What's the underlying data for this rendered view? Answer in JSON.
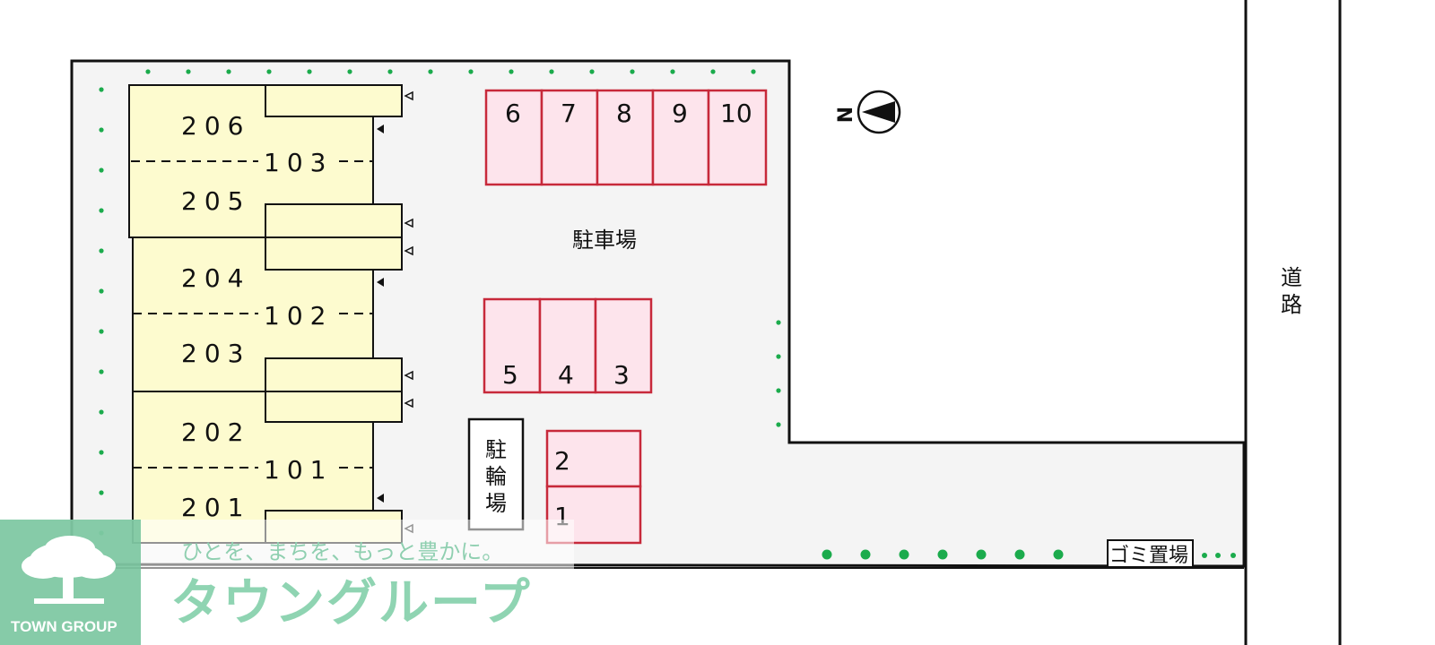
{
  "units": {
    "u206": "206",
    "u205": "205",
    "u204": "204",
    "u203": "203",
    "u202": "202",
    "u201": "201",
    "u103": "103",
    "u102": "102",
    "u101": "101"
  },
  "parking": {
    "label": "駐車場",
    "spaces": [
      "1",
      "2",
      "3",
      "4",
      "5",
      "6",
      "7",
      "8",
      "9",
      "10"
    ]
  },
  "bicycle_parking": {
    "line1": "駐",
    "line2": "輪",
    "line3": "場"
  },
  "garbage": {
    "label": "ゴミ置場"
  },
  "road": {
    "line1": "道",
    "line2": "路"
  },
  "compass": {
    "letter": "N"
  },
  "branding": {
    "slogan": "ひとを、まちを、もっと豊かに。",
    "brand_name": "タウングループ",
    "logo_text": "TOWN GROUP"
  },
  "colors": {
    "building": "#fdfbcf",
    "parking_fill": "#fde4ec",
    "parking_border": "#c7293a",
    "hedge": "#1bab4c",
    "lot": "#f4f4f4",
    "brand_green": "#7fc8a3"
  }
}
